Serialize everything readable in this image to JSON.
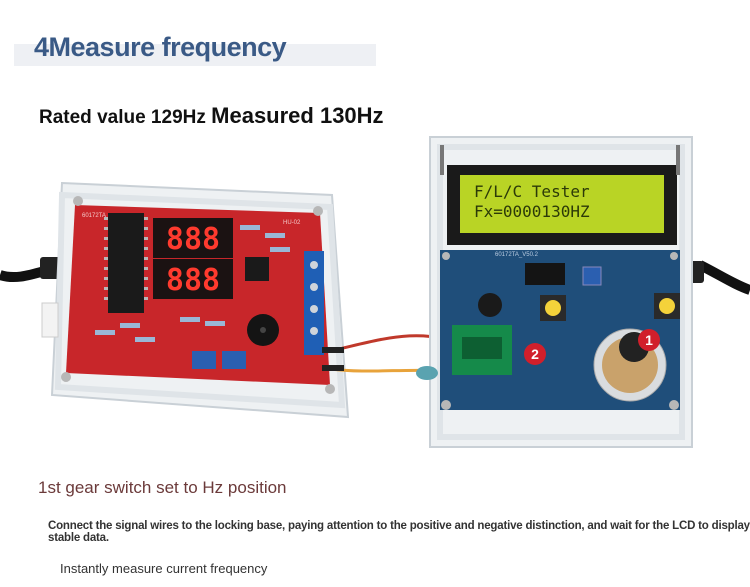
{
  "header": {
    "number": "4",
    "title": "Measure frequency"
  },
  "subtitle": {
    "rated_label": "Rated value 129Hz",
    "measured_label": "Measured 130Hz"
  },
  "left_board": {
    "display_top": "888",
    "display_bottom": "888",
    "silk_label": "60172TA",
    "side_label": "HU-02"
  },
  "right_board": {
    "lcd_line1": "F/L/C Tester",
    "lcd_line2": "Fx=0000130HZ",
    "marker_1": "1",
    "marker_2": "2",
    "silk_label": "60172TA_V50.2"
  },
  "captions": {
    "step": "1st gear switch set to Hz position",
    "instruction": "Connect the signal wires to the locking base, paying attention to the positive and negative distinction, and wait for the LCD to display stable data.",
    "note": "Instantly measure current frequency"
  },
  "colors": {
    "title": "#3a5a86",
    "red_board": "#c8262a",
    "blue_board": "#1f4e7a",
    "lcd_bg": "#b9d425",
    "marker": "#d11f2b",
    "step_caption": "#6b3a3a"
  }
}
